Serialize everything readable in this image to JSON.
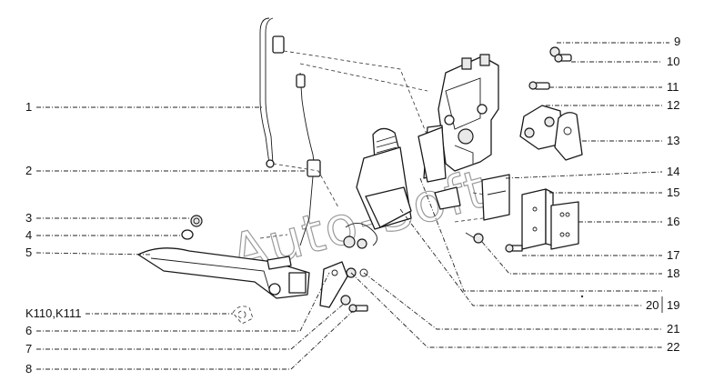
{
  "watermark": "Auto-Soft",
  "variant_label": "K110,K111",
  "callouts": [
    "1",
    "2",
    "3",
    "4",
    "5",
    "6",
    "7",
    "8",
    "9",
    "10",
    "11",
    "12",
    "13",
    "14",
    "15",
    "16",
    "17",
    "18",
    "19",
    "20",
    "21",
    "22"
  ]
}
